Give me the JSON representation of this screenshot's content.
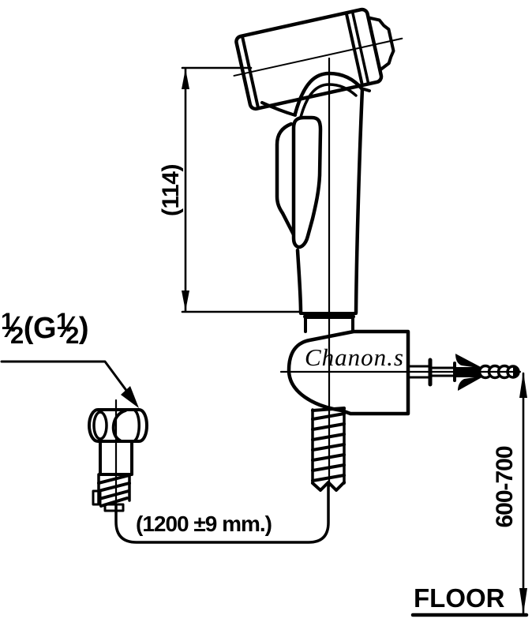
{
  "meta": {
    "background": "#ffffff",
    "line_color": "#000000",
    "description": "Technical installation drawing of a hand bidet spray with wall bracket, hose and fittings"
  },
  "labels": {
    "head_height_dim": "(114)",
    "hose_length_dim": "(1200 ±9 mm.)",
    "mount_height_dim": "600-700",
    "floor": "FLOOR",
    "brand": "Chanon.s"
  },
  "connector_label": {
    "parts": [
      "1",
      "⁄",
      "2",
      "(G",
      "1",
      "⁄",
      "2",
      ")"
    ]
  }
}
